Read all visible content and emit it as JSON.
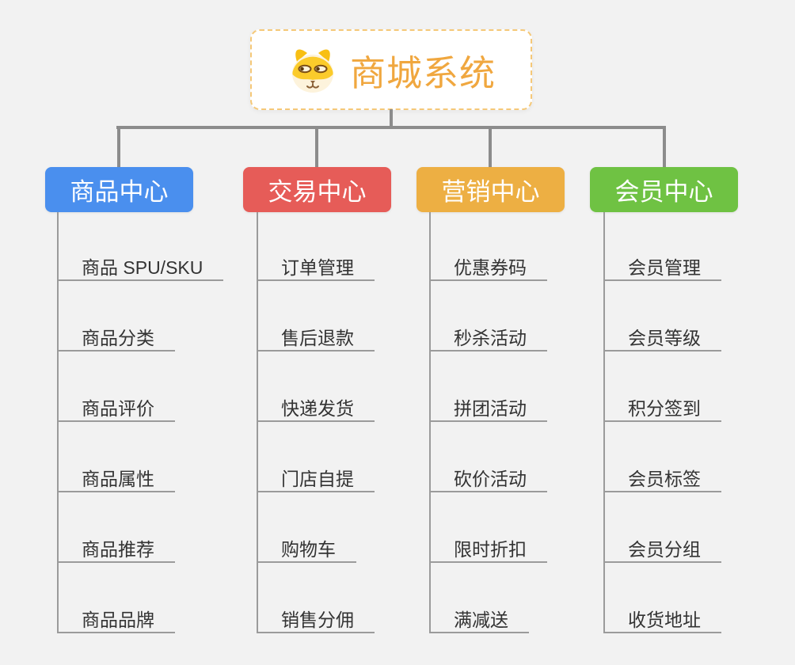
{
  "root": {
    "title": "商城系统",
    "icon": "dog-icon"
  },
  "branches": [
    {
      "label": "商品中心",
      "color": "#4A8FEE",
      "items": [
        "商品 SPU/SKU",
        "商品分类",
        "商品评价",
        "商品属性",
        "商品推荐",
        "商品品牌"
      ]
    },
    {
      "label": "交易中心",
      "color": "#E65C58",
      "items": [
        "订单管理",
        "售后退款",
        "快递发货",
        "门店自提",
        "购物车",
        "销售分佣"
      ]
    },
    {
      "label": "营销中心",
      "color": "#EDAF43",
      "items": [
        "优惠券码",
        "秒杀活动",
        "拼团活动",
        "砍价活动",
        "限时折扣",
        "满减送"
      ]
    },
    {
      "label": "会员中心",
      "color": "#6FC243",
      "items": [
        "会员管理",
        "会员等级",
        "积分签到",
        "会员标签",
        "会员分组",
        "收货地址"
      ]
    }
  ],
  "colors": {
    "background": "#F2F2F2",
    "connector": "#8C8C8C",
    "leaf_line": "#9B9B9B",
    "leaf_text": "#333333",
    "root_border": "#F5C878",
    "root_title": "#F0A73F"
  }
}
